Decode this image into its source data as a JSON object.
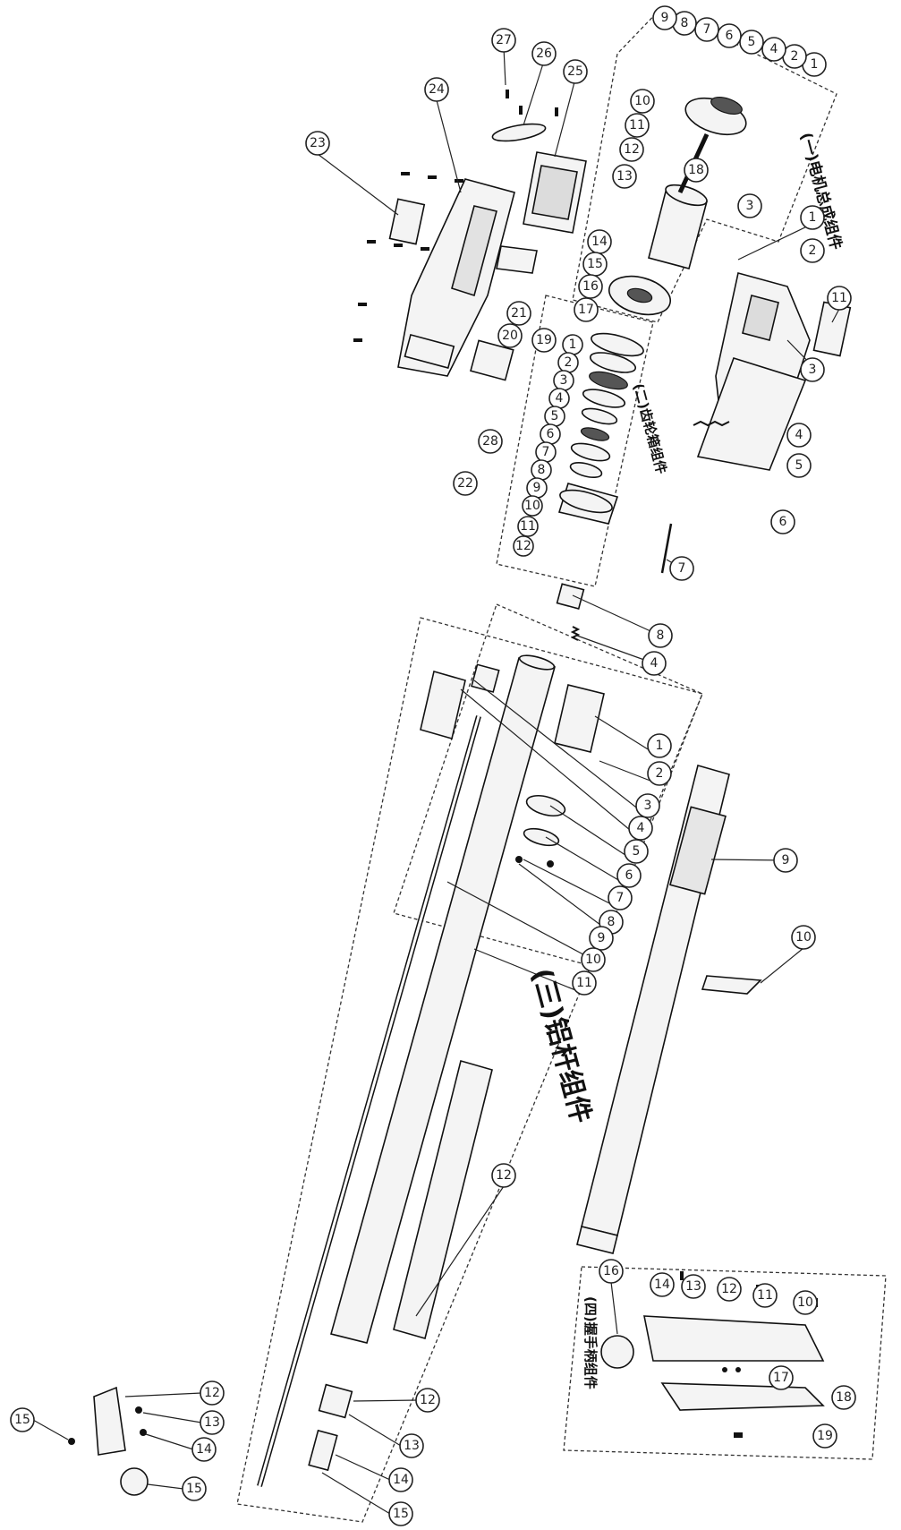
{
  "groups": {
    "g1": "(一)电机总成组件",
    "g2": "(二)齿轮箱组件",
    "g3": "(三)铝杆组件",
    "g4": "(四)握手柄组件"
  },
  "callouts": {
    "c_tr_motor_1": "1",
    "c_tr_motor_2": "2",
    "c_tr_motor_3": "3",
    "c_tr_motor_4": "4",
    "c_tr_motor_5": "5",
    "c_tr_motor_6": "6",
    "c_tr_motor_7": "7",
    "c_tr_motor_8": "8",
    "c_tr_motor_9": "9",
    "c_motor_10": "10",
    "c_motor_11": "11",
    "c_motor_12": "12",
    "c_motor_13": "13",
    "c_motor_14": "14",
    "c_motor_15": "15",
    "c_motor_16": "16",
    "c_motor_17": "17",
    "c_motor_18": "18",
    "c_house_19": "19",
    "c_house_20": "20",
    "c_house_21": "21",
    "c_house_22": "22",
    "c_house_23": "23",
    "c_house_24": "24",
    "c_house_25": "25",
    "c_house_26": "26",
    "c_house_27": "27",
    "c_house_28": "28",
    "c_rh_1": "1",
    "c_rh_2": "2",
    "c_rh_3": "3",
    "c_rh_4": "4",
    "c_rh_5": "5",
    "c_rh_6": "6",
    "c_rh_7": "7",
    "c_rh_8": "8",
    "c_rh_4b": "4",
    "c_gb_1": "1",
    "c_gb_2": "2",
    "c_gb_3": "3",
    "c_gb_4": "4",
    "c_gb_5": "5",
    "c_gb_6": "6",
    "c_gb_7": "7",
    "c_gb_8": "8",
    "c_gb_9": "9",
    "c_gb_10": "10",
    "c_gb_11": "11",
    "c_gb_12": "12",
    "c_pole_1": "1",
    "c_pole_2": "2",
    "c_pole_3": "3",
    "c_pole_4": "4",
    "c_pole_5": "5",
    "c_pole_6": "6",
    "c_pole_7": "7",
    "c_pole_8": "8",
    "c_pole_9": "9",
    "c_pole_10": "10",
    "c_pole_11": "11",
    "c_pole_12": "12",
    "c_shaft_12": "12",
    "c_shaft_13": "13",
    "c_shaft_14": "14",
    "c_shaft_15": "15",
    "c_cover_9": "9",
    "c_cover_10": "10",
    "c_bl_11": "11",
    "c_bl_12": "12",
    "c_bl_13": "13",
    "c_bl_14": "14",
    "c_bl_15": "15",
    "c_hd_10": "10",
    "c_hd_11": "11",
    "c_hd_12": "12",
    "c_hd_13": "13",
    "c_hd_14": "14",
    "c_hd_15": "15",
    "c_hd_16": "16",
    "c_hd_17": "17",
    "c_hd_18": "18",
    "c_hd_19": "19"
  }
}
